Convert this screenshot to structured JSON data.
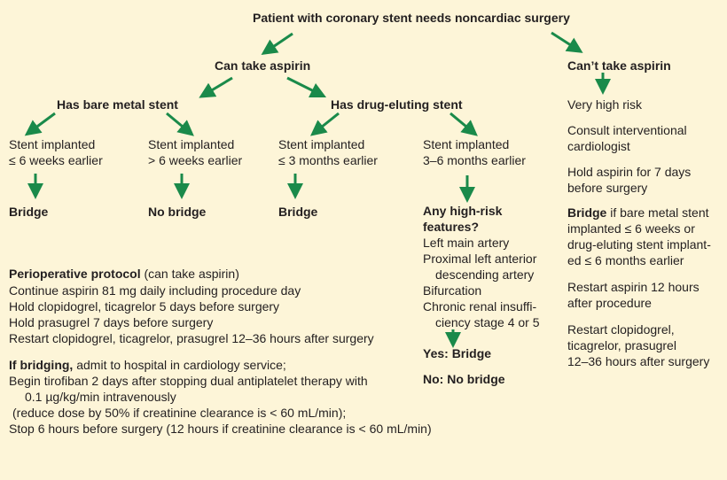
{
  "colors": {
    "background": "#fdf5d8",
    "arrow": "#1a8a4a",
    "text": "#231f20"
  },
  "root": "Patient with coronary stent needs noncardiac surgery",
  "can_take": "Can take aspirin",
  "cant_take": "Can’t take aspirin",
  "bms": "Has bare metal stent",
  "des": "Has drug-eluting stent",
  "leaf1": {
    "l1": "Stent implanted",
    "l2": "≤ 6 weeks earlier",
    "outcome": "Bridge"
  },
  "leaf2": {
    "l1": "Stent implanted",
    "l2": "> 6 weeks earlier",
    "outcome": "No bridge"
  },
  "leaf3": {
    "l1": "Stent implanted",
    "l2": "≤ 3 months earlier",
    "outcome": "Bridge"
  },
  "leaf4": {
    "l1": "Stent implanted",
    "l2": "3–6 months earlier",
    "q1": "Any high-risk",
    "q2": "features?",
    "f1": "Left main artery",
    "f2a": "Proximal left anterior",
    "f2b": "descending artery",
    "f3": "Bifurcation",
    "f4a": "Chronic renal insuffi-",
    "f4b": "ciency stage 4 or 5",
    "yes": "Yes: Bridge",
    "no": "No: No bridge"
  },
  "right": {
    "p1": "Very high risk",
    "p2a": "Consult interventional",
    "p2b": "cardiologist",
    "p3a": "Hold aspirin for 7 days",
    "p3b": "before surgery",
    "p4_bold": "Bridge",
    "p4a": " if bare metal stent",
    "p4b": "implanted ≤ 6 weeks or",
    "p4c": "drug-eluting stent implant-",
    "p4d": "ed ≤ 6 months earlier",
    "p5a": "Restart aspirin 12 hours",
    "p5b": "after procedure",
    "p6a": "Restart clopidogrel,",
    "p6b": "ticagrelor, prasugrel",
    "p6c": "12–36 hours after surgery"
  },
  "protocol": {
    "title_bold": "Perioperative protocol",
    "title_rest": " (can take aspirin)",
    "l1": "Continue aspirin 81 mg daily including procedure day",
    "l2": "Hold clopidogrel, ticagrelor 5 days before surgery",
    "l3": "Hold prasugrel 7 days before surgery",
    "l4": "Restart clopidogrel, ticagrelor, prasugrel 12–36 hours after surgery",
    "b_bold": "If bridging,",
    "b_rest": " admit to hospital in cardiology service;",
    "b2": "Begin tirofiban 2 days after stopping dual antiplatelet therapy with",
    "b3": "0.1 µg/kg/min intravenously",
    "b4": "(reduce dose by 50% if creatinine clearance is < 60 mL/min);",
    "b5": "Stop 6 hours before surgery (12 hours if creatinine clearance is < 60 mL/min)"
  }
}
